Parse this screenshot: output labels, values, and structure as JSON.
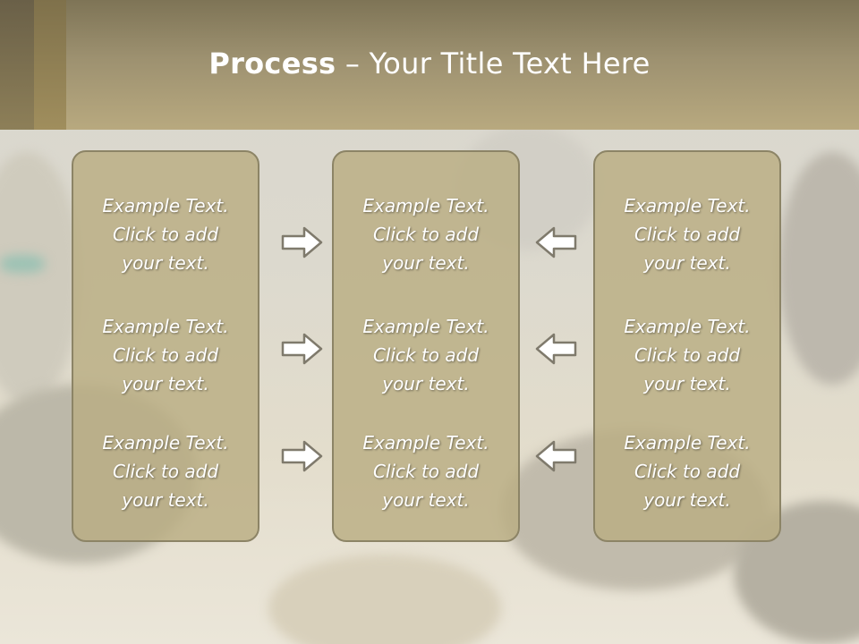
{
  "slide": {
    "title_bold": "Process",
    "title_rest": " – Your Title Text Here"
  },
  "columns": [
    {
      "items": [
        {
          "lines": [
            "Example Text.",
            "Click  to add",
            "your text."
          ]
        },
        {
          "lines": [
            "Example Text.",
            "Click  to add",
            "your text."
          ]
        },
        {
          "lines": [
            "Example Text.",
            "Click  to add",
            "your text."
          ]
        }
      ]
    },
    {
      "items": [
        {
          "lines": [
            "Example Text.",
            "Click  to add",
            "your text."
          ]
        },
        {
          "lines": [
            "Example Text.",
            "Click  to add",
            "your text."
          ]
        },
        {
          "lines": [
            "Example Text.",
            "Click  to add",
            "your text."
          ]
        }
      ]
    },
    {
      "items": [
        {
          "lines": [
            "Example Text.",
            "Click  to add",
            "your text."
          ]
        },
        {
          "lines": [
            "Example Text.",
            "Click  to add",
            "your text."
          ]
        },
        {
          "lines": [
            "Example Text.",
            "Click  to add",
            "your text."
          ]
        }
      ]
    }
  ],
  "arrows": {
    "left_to_mid": [
      "right-arrow-icon",
      "right-arrow-icon",
      "right-arrow-icon"
    ],
    "right_to_mid": [
      "left-arrow-icon",
      "left-arrow-icon",
      "left-arrow-icon"
    ]
  },
  "colors": {
    "header": "#9d9170",
    "box_fill": "#b9ad82",
    "box_border": "#8c8466",
    "text": "#ffffff"
  }
}
